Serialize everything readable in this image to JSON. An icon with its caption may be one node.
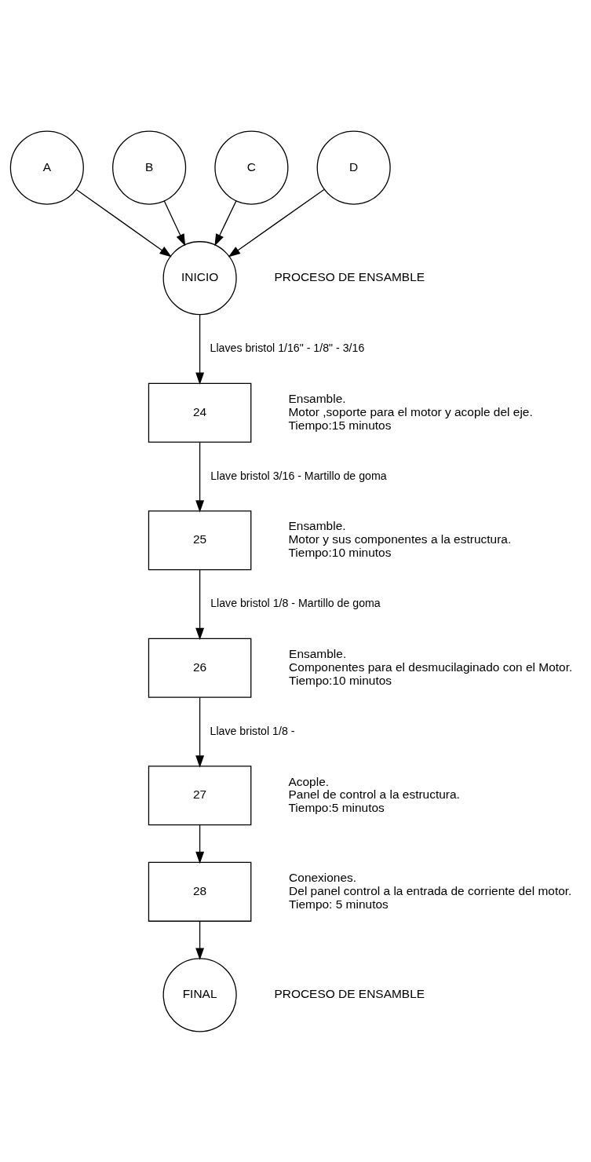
{
  "diagram": {
    "nodes": [
      {
        "text": [
          "A"
        ]
      },
      {
        "text": [
          "B"
        ]
      },
      {
        "text": [
          "C"
        ]
      },
      {
        "text": [
          "D"
        ]
      },
      {
        "text": [
          "INICIO"
        ],
        "beside": [
          "PROCESO DE ENSAMBLE"
        ]
      },
      {
        "text": [
          "24"
        ],
        "beside": [
          "Ensamble.",
          "Motor ,soporte para el motor y acople del eje.",
          "Tiempo:15 minutos"
        ]
      },
      {
        "text": [
          "25"
        ],
        "beside": [
          "Ensamble.",
          "Motor y sus componentes a la estructura.",
          "Tiempo:10 minutos"
        ]
      },
      {
        "text": [
          "26"
        ],
        "beside": [
          "Ensamble.",
          "Componentes para el desmucilaginado con el Motor.",
          "Tiempo:10 minutos"
        ]
      },
      {
        "text": [
          "27"
        ],
        "beside": [
          "Acople.",
          "Panel de control a la estructura.",
          "Tiempo:5 minutos"
        ]
      },
      {
        "text": [
          "28"
        ],
        "beside": [
          "Conexiones.",
          "Del panel control a la entrada de corriente del motor.",
          "Tiempo: 5 minutos"
        ]
      },
      {
        "text": [
          "FINAL"
        ],
        "beside": [
          "PROCESO DE ENSAMBLE"
        ]
      }
    ],
    "edges": [
      {
        "from": 0,
        "to": 4,
        "arrow": "to"
      },
      {
        "from": 1,
        "to": 4,
        "arrow": "to"
      },
      {
        "from": 2,
        "to": 4,
        "arrow": "to"
      },
      {
        "from": 3,
        "to": 4,
        "arrow": "to"
      },
      {
        "from": 4,
        "to": 5,
        "arrow": "to",
        "label": "Llaves bristol 1/16\" - 1/8\" - 3/16"
      },
      {
        "from": 5,
        "to": 6,
        "arrow": "to",
        "label": "Llave bristol 3/16 - Martillo de goma"
      },
      {
        "from": 6,
        "to": 7,
        "arrow": "to",
        "label": "Llave bristol 1/8 - Martillo de goma"
      },
      {
        "from": 7,
        "to": 8,
        "arrow": "to",
        "label": "Llave bristol 1/8 -"
      },
      {
        "from": 8,
        "to": 9,
        "arrow": "to"
      },
      {
        "from": 9,
        "to": 10,
        "arrow": "to"
      }
    ]
  }
}
